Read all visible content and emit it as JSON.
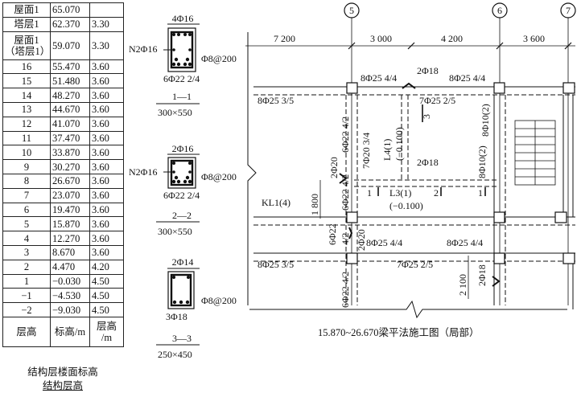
{
  "floor_table": {
    "rows": [
      {
        "floor": "屋面1",
        "elevation": "65.070",
        "height": ""
      },
      {
        "floor": "塔层1",
        "elevation": "62.370",
        "height": "3.30"
      },
      {
        "floor": "屋面1\n（塔层1）",
        "elevation": "59.070",
        "height": "3.30",
        "tall": true
      },
      {
        "floor": "16",
        "elevation": "55.470",
        "height": "3.60"
      },
      {
        "floor": "15",
        "elevation": "51.480",
        "height": "3.60"
      },
      {
        "floor": "14",
        "elevation": "48.270",
        "height": "3.60"
      },
      {
        "floor": "13",
        "elevation": "44.670",
        "height": "3.60"
      },
      {
        "floor": "12",
        "elevation": "41.070",
        "height": "3.60"
      },
      {
        "floor": "11",
        "elevation": "37.470",
        "height": "3.60"
      },
      {
        "floor": "10",
        "elevation": "33.870",
        "height": "3.60"
      },
      {
        "floor": "9",
        "elevation": "30.270",
        "height": "3.60"
      },
      {
        "floor": "8",
        "elevation": "26.670",
        "height": "3.60"
      },
      {
        "floor": "7",
        "elevation": "23.070",
        "height": "3.60"
      },
      {
        "floor": "6",
        "elevation": "19.470",
        "height": "3.60"
      },
      {
        "floor": "5",
        "elevation": "15.870",
        "height": "3.60"
      },
      {
        "floor": "4",
        "elevation": "12.270",
        "height": "3.60"
      },
      {
        "floor": "3",
        "elevation": "8.670",
        "height": "3.60"
      },
      {
        "floor": "2",
        "elevation": "4.470",
        "height": "4.20"
      },
      {
        "floor": "1",
        "elevation": "−0.030",
        "height": "4.50"
      },
      {
        "floor": "−1",
        "elevation": "−4.530",
        "height": "4.50"
      },
      {
        "floor": "−2",
        "elevation": "−9.030",
        "height": "4.50"
      }
    ],
    "footer": {
      "floor": "层高",
      "elevation": "标高/m",
      "height": "层高\n/m"
    },
    "caption1": "结构层楼面标高",
    "caption2": "结构层高"
  },
  "sections": [
    {
      "top_bars": "4Φ16",
      "side_bars": "N2Φ16",
      "stirrup": "Φ8@200",
      "bottom_bars": "6Φ22 2/4",
      "title": "1—1",
      "size": "300×550"
    },
    {
      "top_bars": "2Φ16",
      "side_bars": "N2Φ16",
      "stirrup": "Φ8@200",
      "bottom_bars": "6Φ22 2/4",
      "title": "2—2",
      "size": "300×550"
    },
    {
      "top_bars": "2Φ14",
      "side_bars": "",
      "stirrup": "Φ8@200",
      "bottom_bars": "3Φ18",
      "title": "3—3",
      "size": "250×450"
    }
  ],
  "plan": {
    "axes": [
      "5",
      "6",
      "7"
    ],
    "dims": [
      "7 200",
      "3 000",
      "4 200",
      "3 600"
    ],
    "dim_1800": "1 800",
    "dim_2100": "2 100",
    "labels": {
      "top_mid": "2Φ18",
      "top_left": "8Φ25 4/4",
      "top_right": "8Φ25 4/4",
      "top_row_left": "8Φ25 3/5",
      "top_row_mid": "7Φ25 2/5",
      "col5_v1": "6Φ22 4/2",
      "col5_v2": "6Φ22 4/2",
      "col5_v3": "6Φ22",
      "col5_v3b": "4/2",
      "col5_v4": "6Φ22 4/2",
      "l4_name": "L4(1)",
      "l4_elev": "(−0.100)",
      "l4_bars": "7Φ20 3/4",
      "sec3": "3",
      "left_2220": "2Φ20",
      "mid_218": "2Φ18",
      "l3_name": "L3(1)",
      "l3_elev": "(−0.100)",
      "sec1a": "1",
      "sec2": "2",
      "sec1b": "1",
      "right_v1": "8Φ10(2)",
      "right_v2": "8Φ10(2)",
      "kl1": "KL1(4)",
      "bot_220": "2Φ20",
      "bot_left": "8Φ25 4/4",
      "bot_right": "8Φ25 4/4",
      "bot_row_left": "8Φ25 3/5",
      "bot_row_mid": "7Φ25 2/5",
      "bot_218": "2Φ18"
    },
    "title": "15.870~26.670梁平法施工图（局部）"
  }
}
